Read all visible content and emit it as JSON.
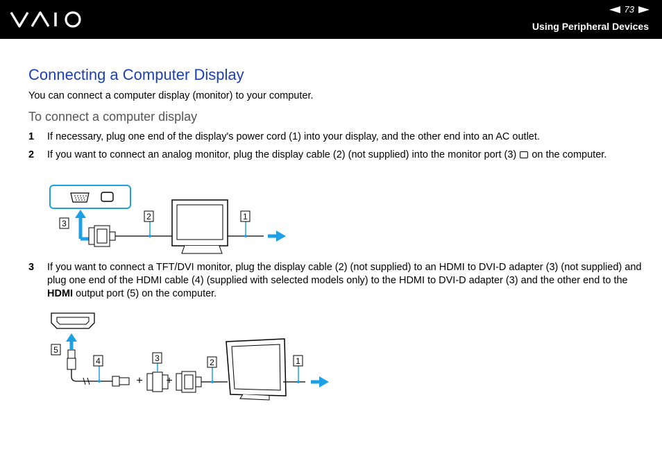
{
  "header": {
    "brand": "VAIO",
    "page_number": "73",
    "section": "Using Peripheral Devices"
  },
  "main": {
    "title": "Connecting a Computer Display",
    "intro": "You can connect a computer display (monitor) to your computer.",
    "subtitle": "To connect a computer display",
    "steps": [
      {
        "num": "1",
        "text": "If necessary, plug one end of the display's power cord (1) into your display, and the other end into an AC outlet."
      },
      {
        "num": "2",
        "text_before": "If you want to connect an analog monitor, plug the display cable (2) (not supplied) into the monitor port (3)",
        "text_after": "on the computer."
      },
      {
        "num": "3",
        "text_before": "If you want to connect a TFT/DVI monitor, plug the display cable (2) (not supplied) to an HDMI to DVI-D adapter (3) (not supplied) and plug one end of the HDMI cable (4) (supplied with selected models only) to the HDMI to DVI-D adapter (3) and the other end to the",
        "text_bold": "HDMI",
        "text_after": "output port (5) on the computer."
      }
    ]
  },
  "figure1": {
    "callouts": [
      "3",
      "2",
      "1"
    ]
  },
  "figure2": {
    "callouts": [
      "5",
      "4",
      "3",
      "2",
      "1"
    ],
    "plus": "+"
  },
  "colors": {
    "accent_arrow": "#1ea0e6",
    "heading": "#1b3fb5"
  }
}
